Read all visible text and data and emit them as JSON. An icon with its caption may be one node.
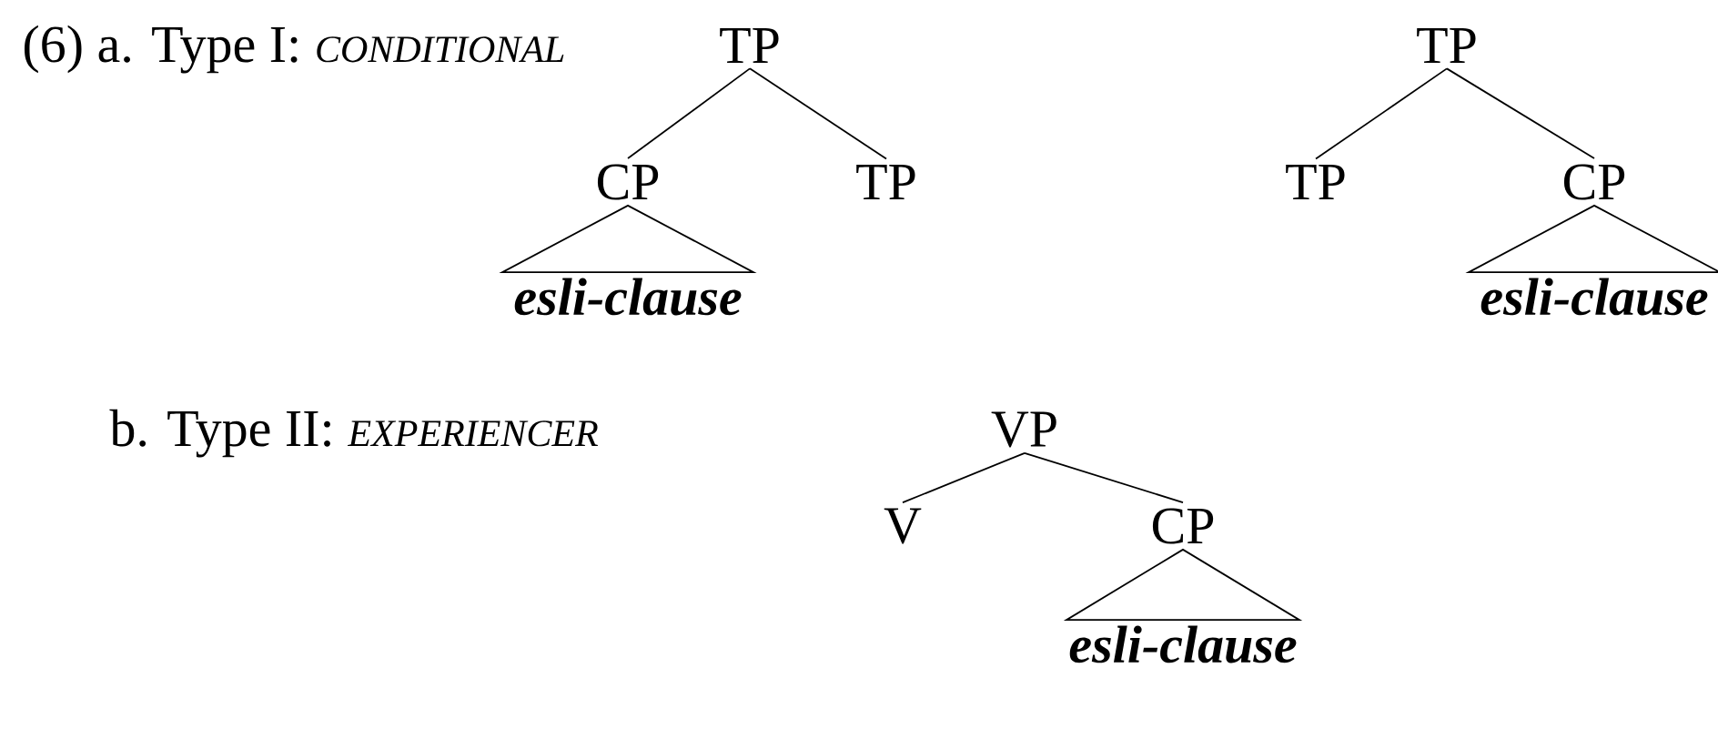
{
  "diagram": {
    "nodes": [
      {
        "text": [
          "TP"
        ]
      },
      {
        "text": [
          "CP"
        ]
      },
      {
        "text": [
          "TP"
        ]
      },
      {
        "text": [
          "esli-clause"
        ]
      },
      {
        "text": [
          "TP"
        ]
      },
      {
        "text": [
          "TP"
        ]
      },
      {
        "text": [
          "CP"
        ]
      },
      {
        "text": [
          "esli-clause"
        ]
      },
      {
        "text": [
          "VP"
        ]
      },
      {
        "text": [
          "V"
        ]
      },
      {
        "text": [
          "CP"
        ]
      },
      {
        "text": [
          "esli-clause"
        ]
      }
    ],
    "edges": [
      {
        "from": 0,
        "to": 1,
        "arrow": "none"
      },
      {
        "from": 0,
        "to": 2,
        "arrow": "none"
      },
      {
        "from": 1,
        "to": 3,
        "arrow": "none"
      },
      {
        "from": 4,
        "to": 5,
        "arrow": "none"
      },
      {
        "from": 4,
        "to": 6,
        "arrow": "none"
      },
      {
        "from": 6,
        "to": 7,
        "arrow": "none"
      },
      {
        "from": 8,
        "to": 9,
        "arrow": "none"
      },
      {
        "from": 8,
        "to": 10,
        "arrow": "none"
      },
      {
        "from": 10,
        "to": 11,
        "arrow": "none"
      }
    ],
    "labels": [
      "(6) a. Type I:",
      "CONDITIONAL",
      "b. Type II:",
      "EXPERIENCER"
    ]
  }
}
